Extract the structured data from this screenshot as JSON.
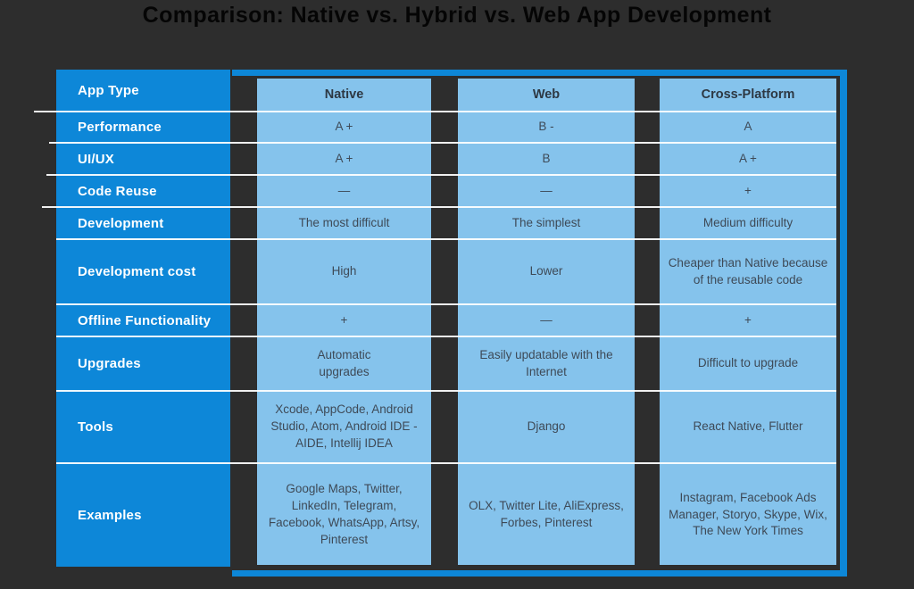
{
  "title": "Comparison: Native vs. Hybrid vs. Web App Development",
  "colors": {
    "background": "#2d2d2d",
    "accent_blue": "#0d87d8",
    "cell_blue": "#85c3ec",
    "label_text": "#ffffff",
    "cell_text": "#3e4a57",
    "title_text": "#050505"
  },
  "chart_data": {
    "type": "table",
    "title": "Comparison: Native vs. Hybrid vs. Web App Development",
    "corner_label": "App Type",
    "columns": {
      "native": "Native",
      "web": "Web",
      "cross": "Cross-Platform"
    },
    "rows": [
      {
        "label": "Performance",
        "native": "A +",
        "web": "B -",
        "cross": "A"
      },
      {
        "label": "UI/UX",
        "native": "A +",
        "web": "B",
        "cross": "A +"
      },
      {
        "label": "Code Reuse",
        "native": "—",
        "web": "—",
        "cross": "+"
      },
      {
        "label": "Development",
        "native": "The most difficult",
        "web": "The simplest",
        "cross": "Medium difficulty"
      },
      {
        "label": "Development cost",
        "native": "High",
        "web": "Lower",
        "cross": "Cheaper than Native because of the reusable code"
      },
      {
        "label": "Offline Functionality",
        "native": "+",
        "web": "—",
        "cross": "+"
      },
      {
        "label": "Upgrades",
        "native": "Automatic upgrades",
        "web": "Easily updatable with the Internet",
        "cross": "Difficult to upgrade"
      },
      {
        "label": "Tools",
        "native": "Xcode, AppCode, Android Studio, Atom, Android IDE - AIDE, Intellij IDEA",
        "web": "Django",
        "cross": "React Native, Flutter"
      },
      {
        "label": "Examples",
        "native": "Google Maps, Twitter, LinkedIn, Telegram, Facebook, WhatsApp, Artsy, Pinterest",
        "web": "OLX, Twitter Lite, AliExpress, Forbes, Pinterest",
        "cross": "Instagram, Facebook Ads Manager, Storyo, Skype, Wix, The New York Times"
      }
    ]
  }
}
